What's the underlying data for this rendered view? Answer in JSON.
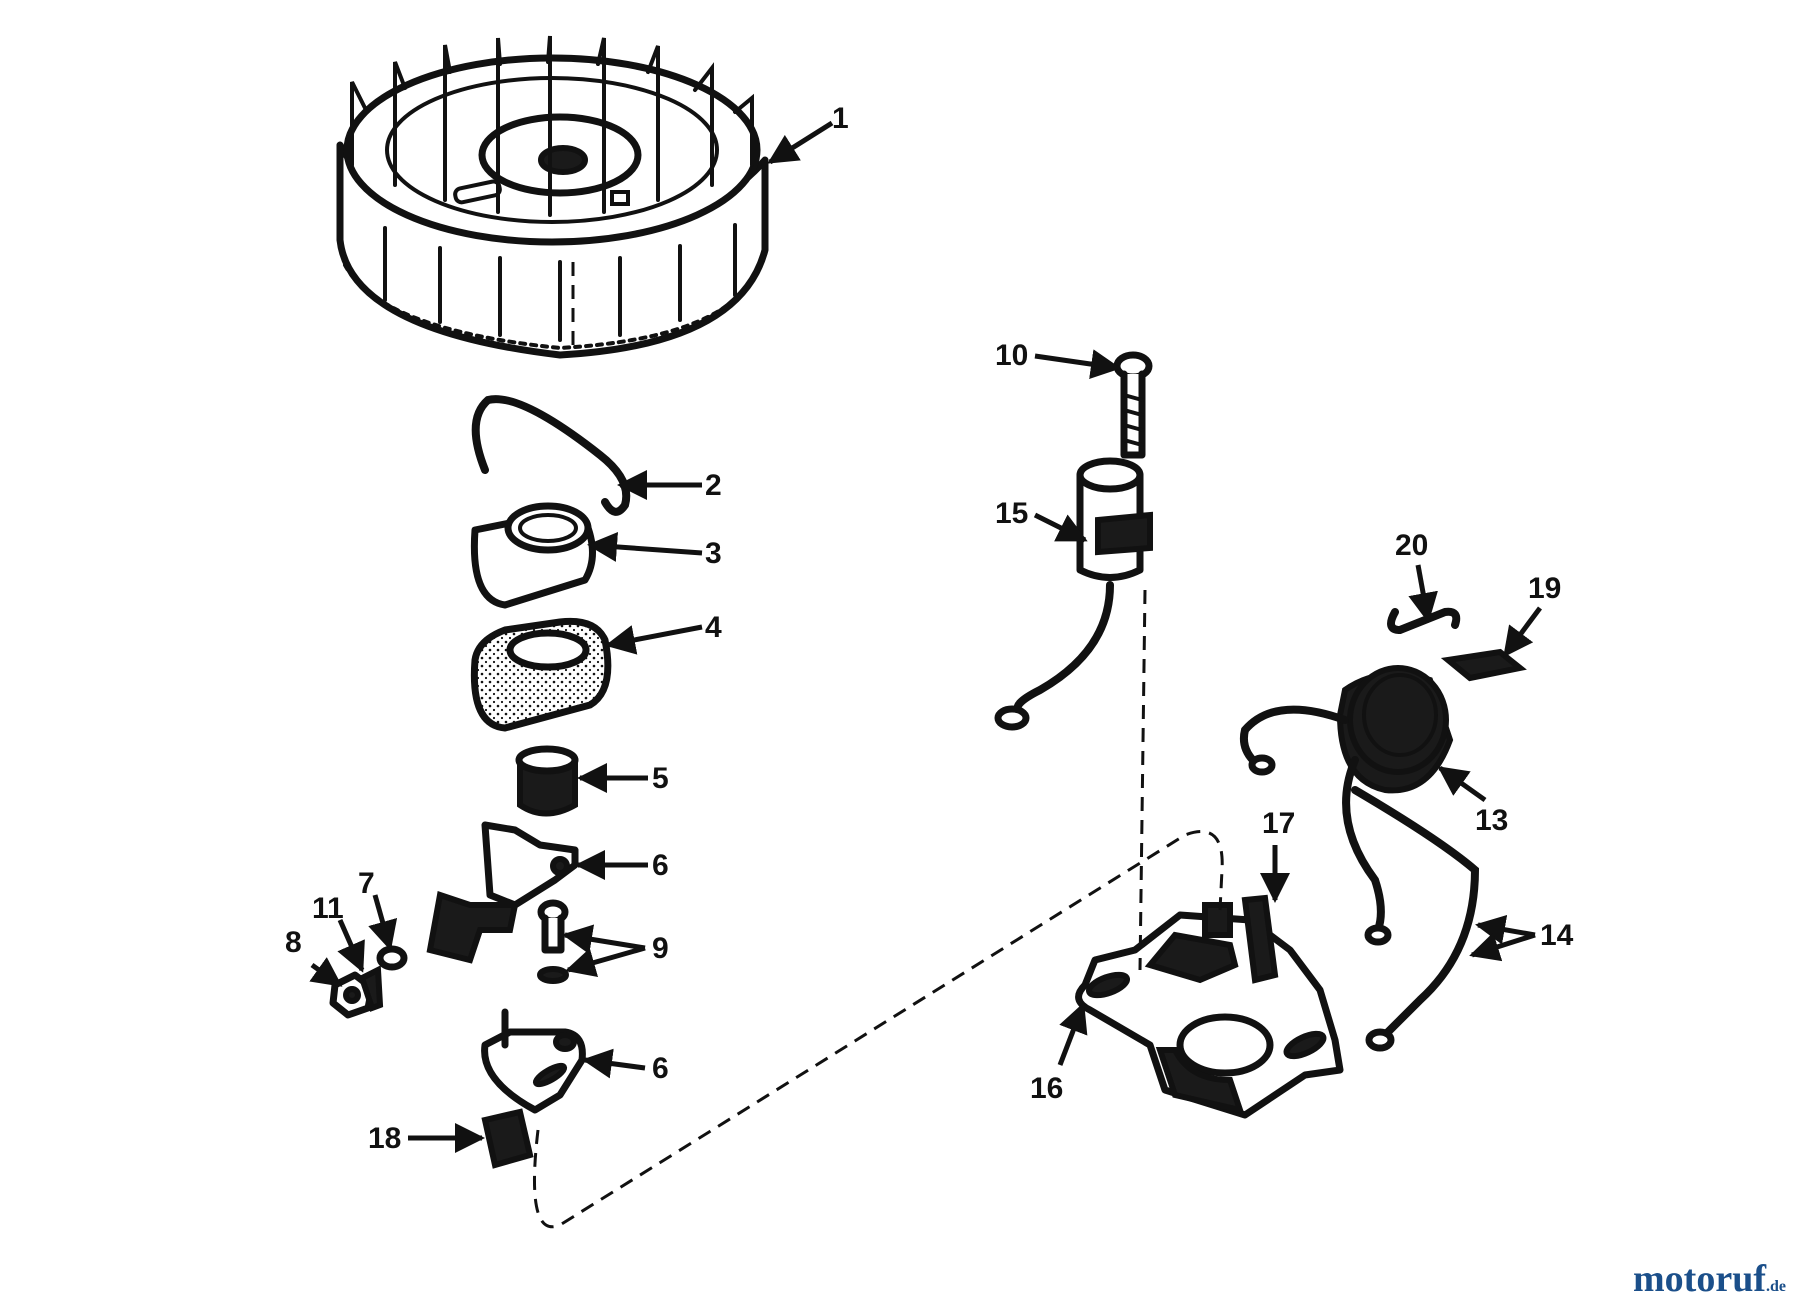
{
  "callouts": {
    "c1": "1",
    "c2": "2",
    "c3": "3",
    "c4": "4",
    "c5": "5",
    "c6a": "6",
    "c6b": "6",
    "c7": "7",
    "c8": "8",
    "c9": "9",
    "c10": "10",
    "c11": "11",
    "c13": "13",
    "c14": "14",
    "c15": "15",
    "c16": "16",
    "c17": "17",
    "c18": "18",
    "c19": "19",
    "c20": "20"
  },
  "watermark": {
    "name": "motoruf",
    "suffix": ".de"
  },
  "colors": {
    "ink": "#111111",
    "background": "#ffffff",
    "watermark": "#1b4f8a"
  }
}
